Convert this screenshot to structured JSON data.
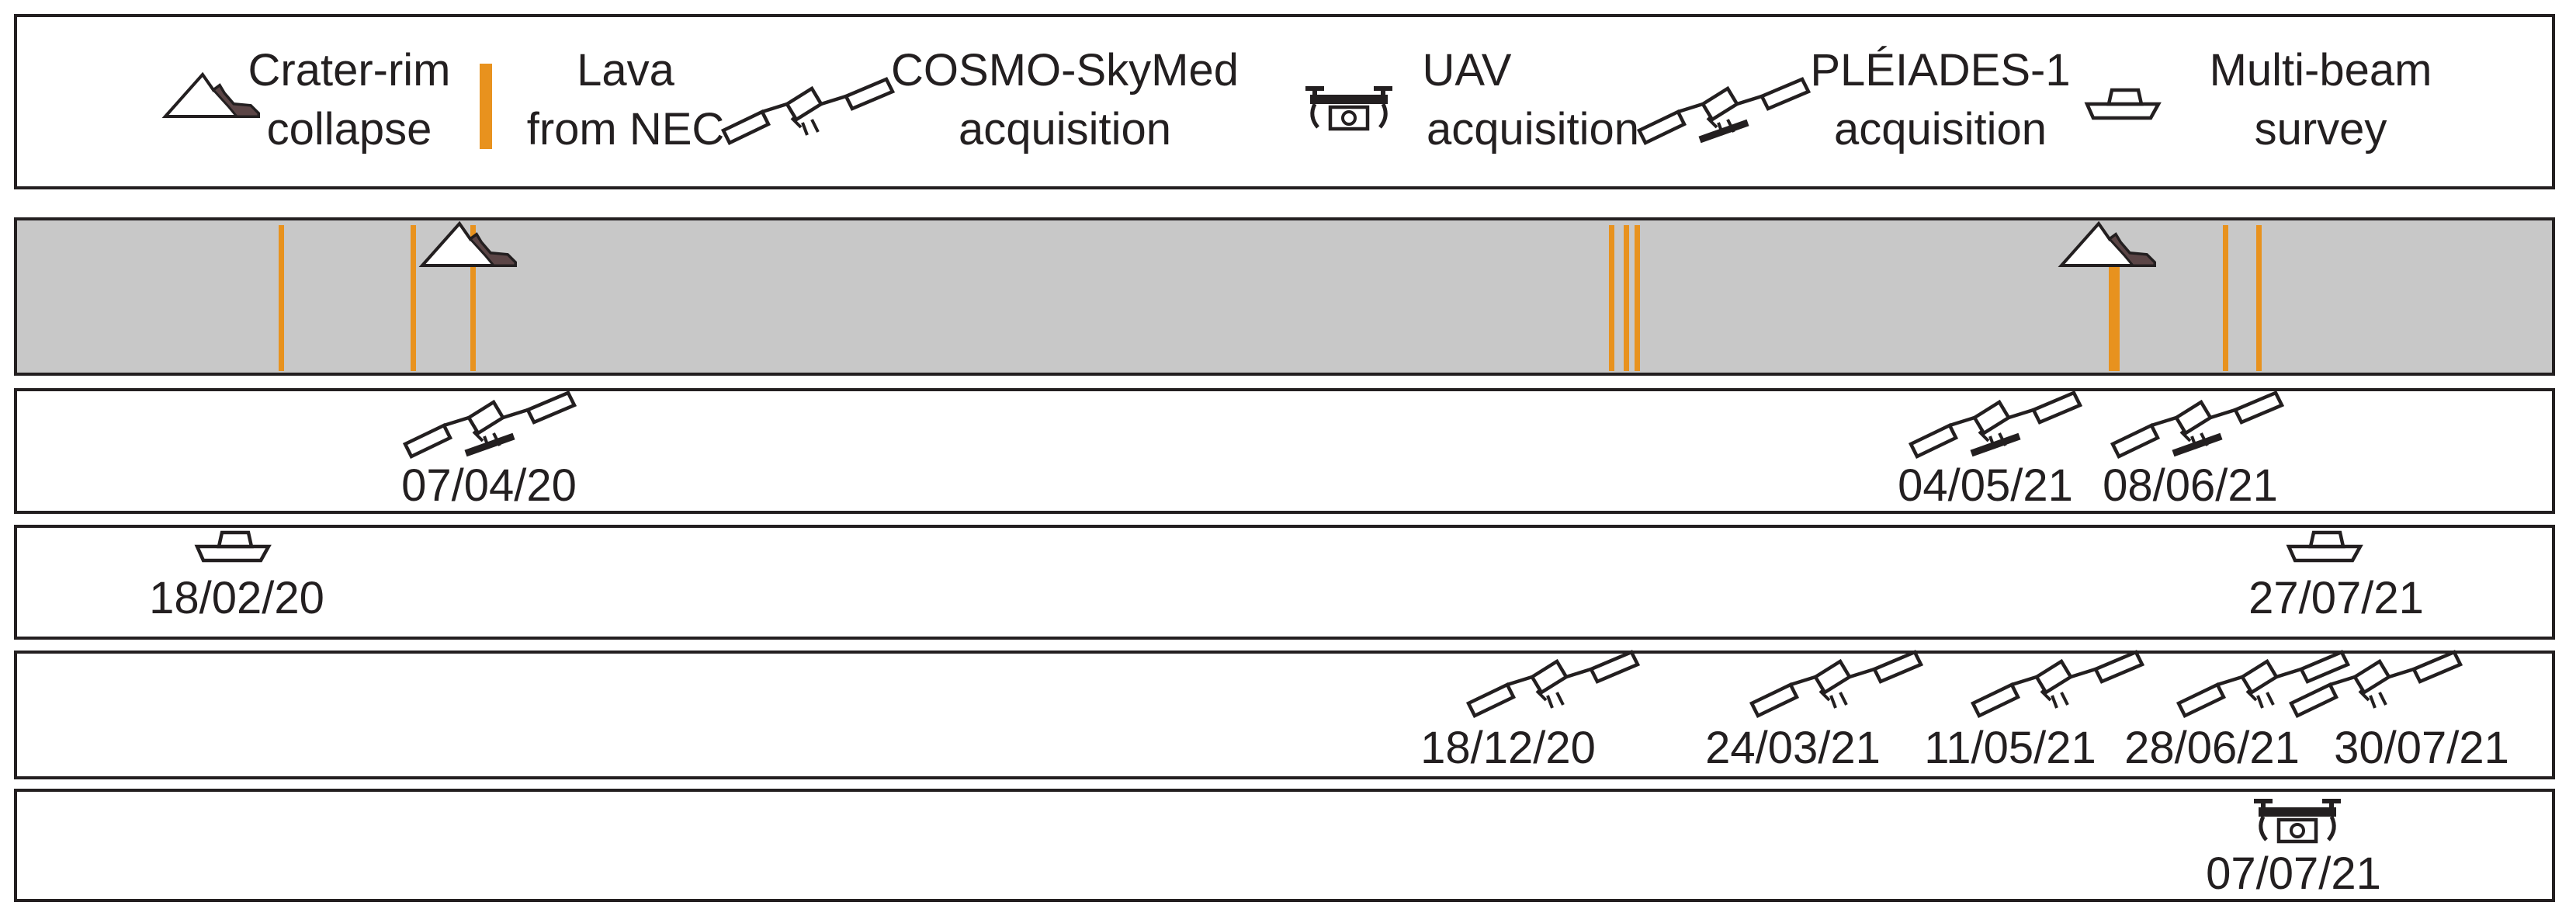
{
  "legend": {
    "crater": [
      "Crater-rim",
      "collapse"
    ],
    "lava": [
      "Lava",
      "from NEC"
    ],
    "cosmo": [
      "COSMO-SkyMed",
      "acquisition"
    ],
    "uav": [
      "UAV",
      "acquisition"
    ],
    "pleiades": [
      "PLÉIADES-1",
      "acquisition"
    ],
    "multibeam": [
      "Multi-beam",
      "survey"
    ]
  },
  "colors": {
    "lava": "#e8921e",
    "timeline_fill": "#c8c8c8",
    "crater_dark": "#5b4546",
    "stroke": "#231f20"
  },
  "events": {
    "lava_flows": 9,
    "crater_rim_collapses": 2
  },
  "acquisitions": {
    "pleiades": [
      "07/04/20",
      "04/05/21",
      "08/06/21"
    ],
    "multibeam": [
      "18/02/20",
      "27/07/21"
    ],
    "cosmo_skymed": [
      "18/12/20",
      "24/03/21",
      "11/05/21",
      "28/06/21",
      "30/07/21"
    ],
    "uav": [
      "07/07/21"
    ]
  }
}
